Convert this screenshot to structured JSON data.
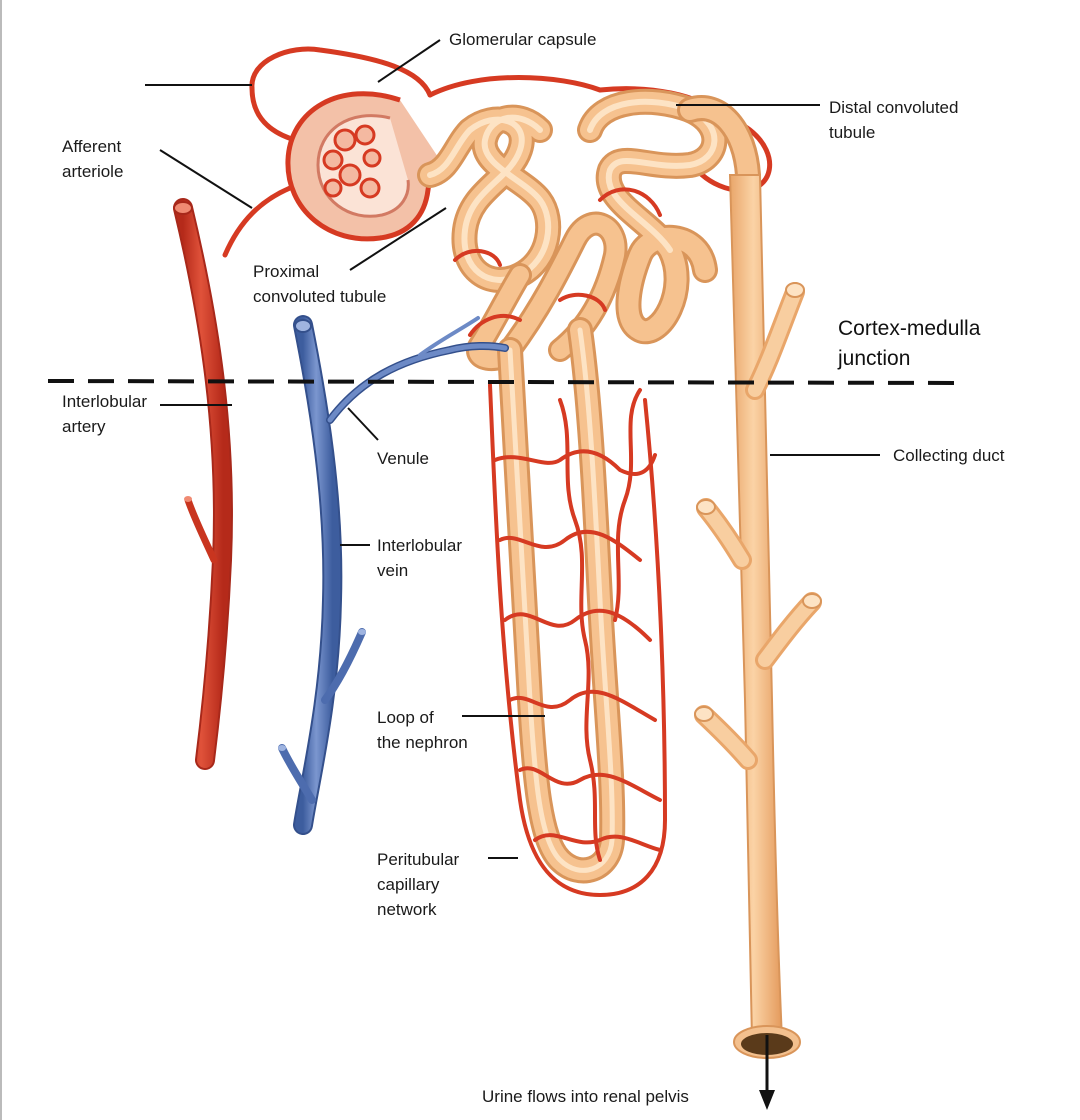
{
  "labels": {
    "glomerular_capsule": "Glomerular capsule",
    "afferent_arteriole": [
      "Afferent",
      "arteriole"
    ],
    "distal_convoluted_tubule": [
      "Distal convoluted",
      "tubule"
    ],
    "proximal_convoluted_tubule": [
      "Proximal",
      "convoluted tubule"
    ],
    "cortex_medulla_junction": [
      "Cortex-medulla",
      "junction"
    ],
    "interlobular_artery": [
      "Interlobular",
      "artery"
    ],
    "venule": "Venule",
    "collecting_duct": "Collecting duct",
    "interlobular_vein": [
      "Interlobular",
      "vein"
    ],
    "loop_of_the_nephron": [
      "Loop of",
      "the nephron"
    ],
    "peritubular_capillary_network": [
      "Peritubular",
      "capillary",
      "network"
    ],
    "urine_flow": "Urine flows into renal pelvis"
  },
  "colors": {
    "artery": "#d9412b",
    "artery_dark": "#a8281a",
    "vein": "#5878b8",
    "vein_dark": "#34508c",
    "tubule": "#f6c28f",
    "tubule_light": "#fde3c4",
    "tubule_edge": "#d9955a",
    "capsule": "#e9a38f",
    "capillary": "#d63a22",
    "leader": "#111111"
  }
}
